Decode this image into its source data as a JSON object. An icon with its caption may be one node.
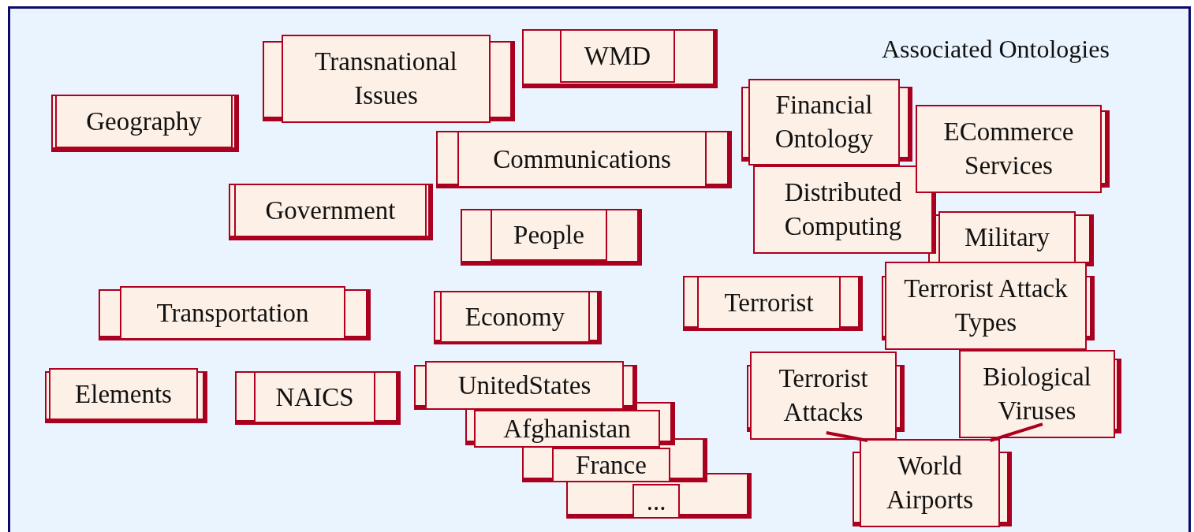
{
  "diagram": {
    "title": "Associated Ontologies",
    "nodes": [
      {
        "text": [
          "Transnational Issues"
        ]
      },
      {
        "text": [
          "WMD"
        ]
      },
      {
        "text": [
          "Geography"
        ]
      },
      {
        "text": [
          "Financial Ontology"
        ]
      },
      {
        "text": [
          "ECommerce Services"
        ]
      },
      {
        "text": [
          "Communications"
        ]
      },
      {
        "text": [
          "Distributed Computing"
        ]
      },
      {
        "text": [
          "Government"
        ]
      },
      {
        "text": [
          "People"
        ]
      },
      {
        "text": [
          "Military"
        ]
      },
      {
        "text": [
          "Transportation"
        ]
      },
      {
        "text": [
          "Economy"
        ]
      },
      {
        "text": [
          "Terrorist"
        ]
      },
      {
        "text": [
          "Terrorist Attack Types"
        ]
      },
      {
        "text": [
          "Elements"
        ]
      },
      {
        "text": [
          "NAICS"
        ]
      },
      {
        "text": [
          "UnitedStates"
        ]
      },
      {
        "text": [
          "Afghanistan"
        ]
      },
      {
        "text": [
          "France"
        ]
      },
      {
        "text": [
          "..."
        ]
      },
      {
        "text": [
          "Terrorist Attacks"
        ]
      },
      {
        "text": [
          "Biological Viruses"
        ]
      },
      {
        "text": [
          "World Airports"
        ]
      }
    ],
    "edges": [
      {
        "from": 20,
        "to": 22,
        "arrow": "none"
      },
      {
        "from": 21,
        "to": 22,
        "arrow": "none"
      }
    ]
  }
}
